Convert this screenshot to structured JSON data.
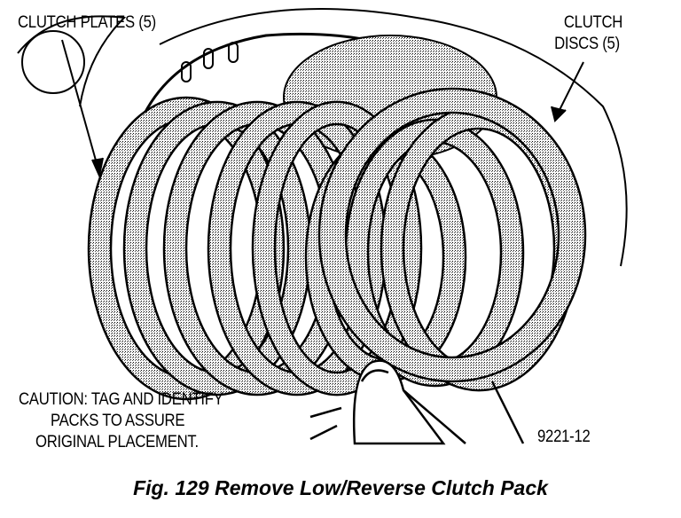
{
  "labels": {
    "clutch_plates": "CLUTCH PLATES (5)",
    "clutch_discs_line1": "CLUTCH",
    "clutch_discs_line2": "DISCS (5)",
    "caution_line1": "CAUTION: TAG AND IDENTIFY",
    "caution_line2": "PACKS TO ASSURE",
    "caution_line3": "ORIGINAL PLACEMENT.",
    "figure_code": "9221-12"
  },
  "caption": "Fig. 129 Remove Low/Reverse Clutch Pack"
}
